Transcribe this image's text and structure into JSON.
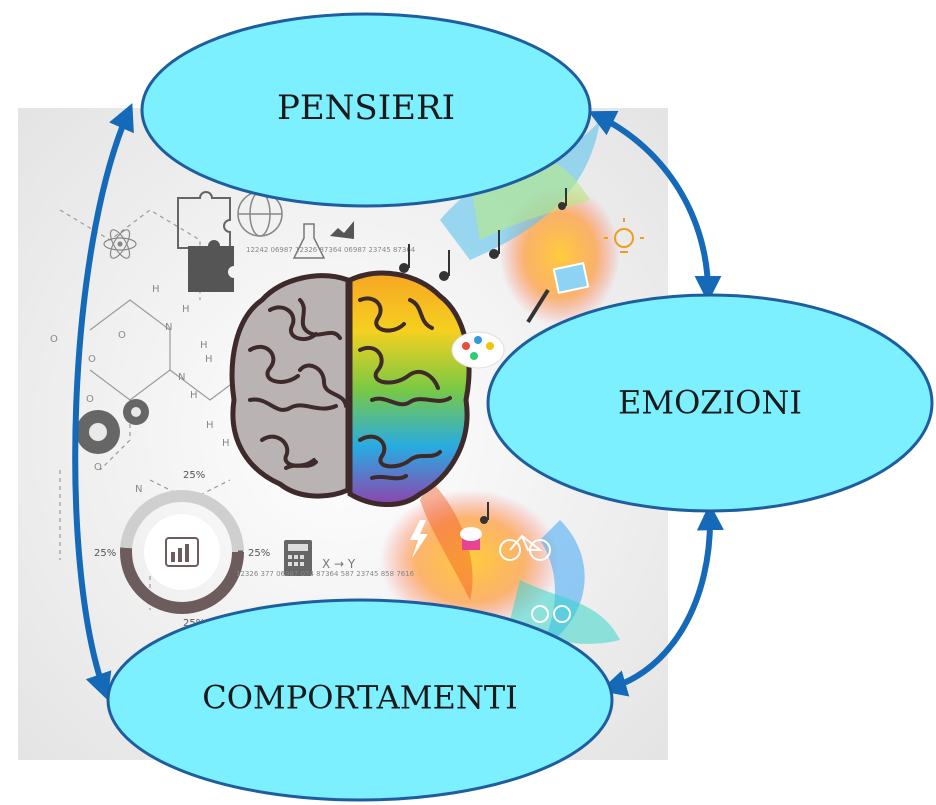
{
  "diagram": {
    "nodes": {
      "pensieri": "PENSIERI",
      "emozioni": "EMOZIONI",
      "comportamenti": "COMPORTAMENTI"
    },
    "illustration": {
      "stats": {
        "pct_top": "25%",
        "pct_left": "25%",
        "pct_right": "25%",
        "pct_bottom": "25%",
        "numbers_top": "12242 06987 12326 87364 06987 23745 87364",
        "numbers_bottom": "12326 377 06987 074 87364 587 23745 858 7616",
        "formula": "X → Y"
      },
      "molecule_letters": [
        "H",
        "H",
        "O",
        "N",
        "H",
        "H",
        "O",
        "N",
        "H",
        "O",
        "N",
        "H",
        "H",
        "O",
        "N",
        "O"
      ]
    },
    "colors": {
      "ellipse_fill": "#7DF0FF",
      "ellipse_stroke": "#1F5E9E",
      "arrow": "#1469B9",
      "background_gray": "#EDEDED"
    }
  }
}
